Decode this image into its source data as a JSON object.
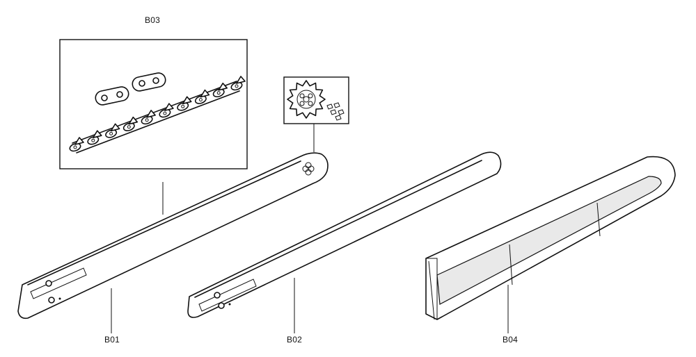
{
  "diagram": {
    "callouts": {
      "b01": "B01",
      "b02": "B02",
      "b03": "B03",
      "b04": "B04"
    },
    "colors": {
      "line": "#111111",
      "background": "#ffffff"
    }
  }
}
